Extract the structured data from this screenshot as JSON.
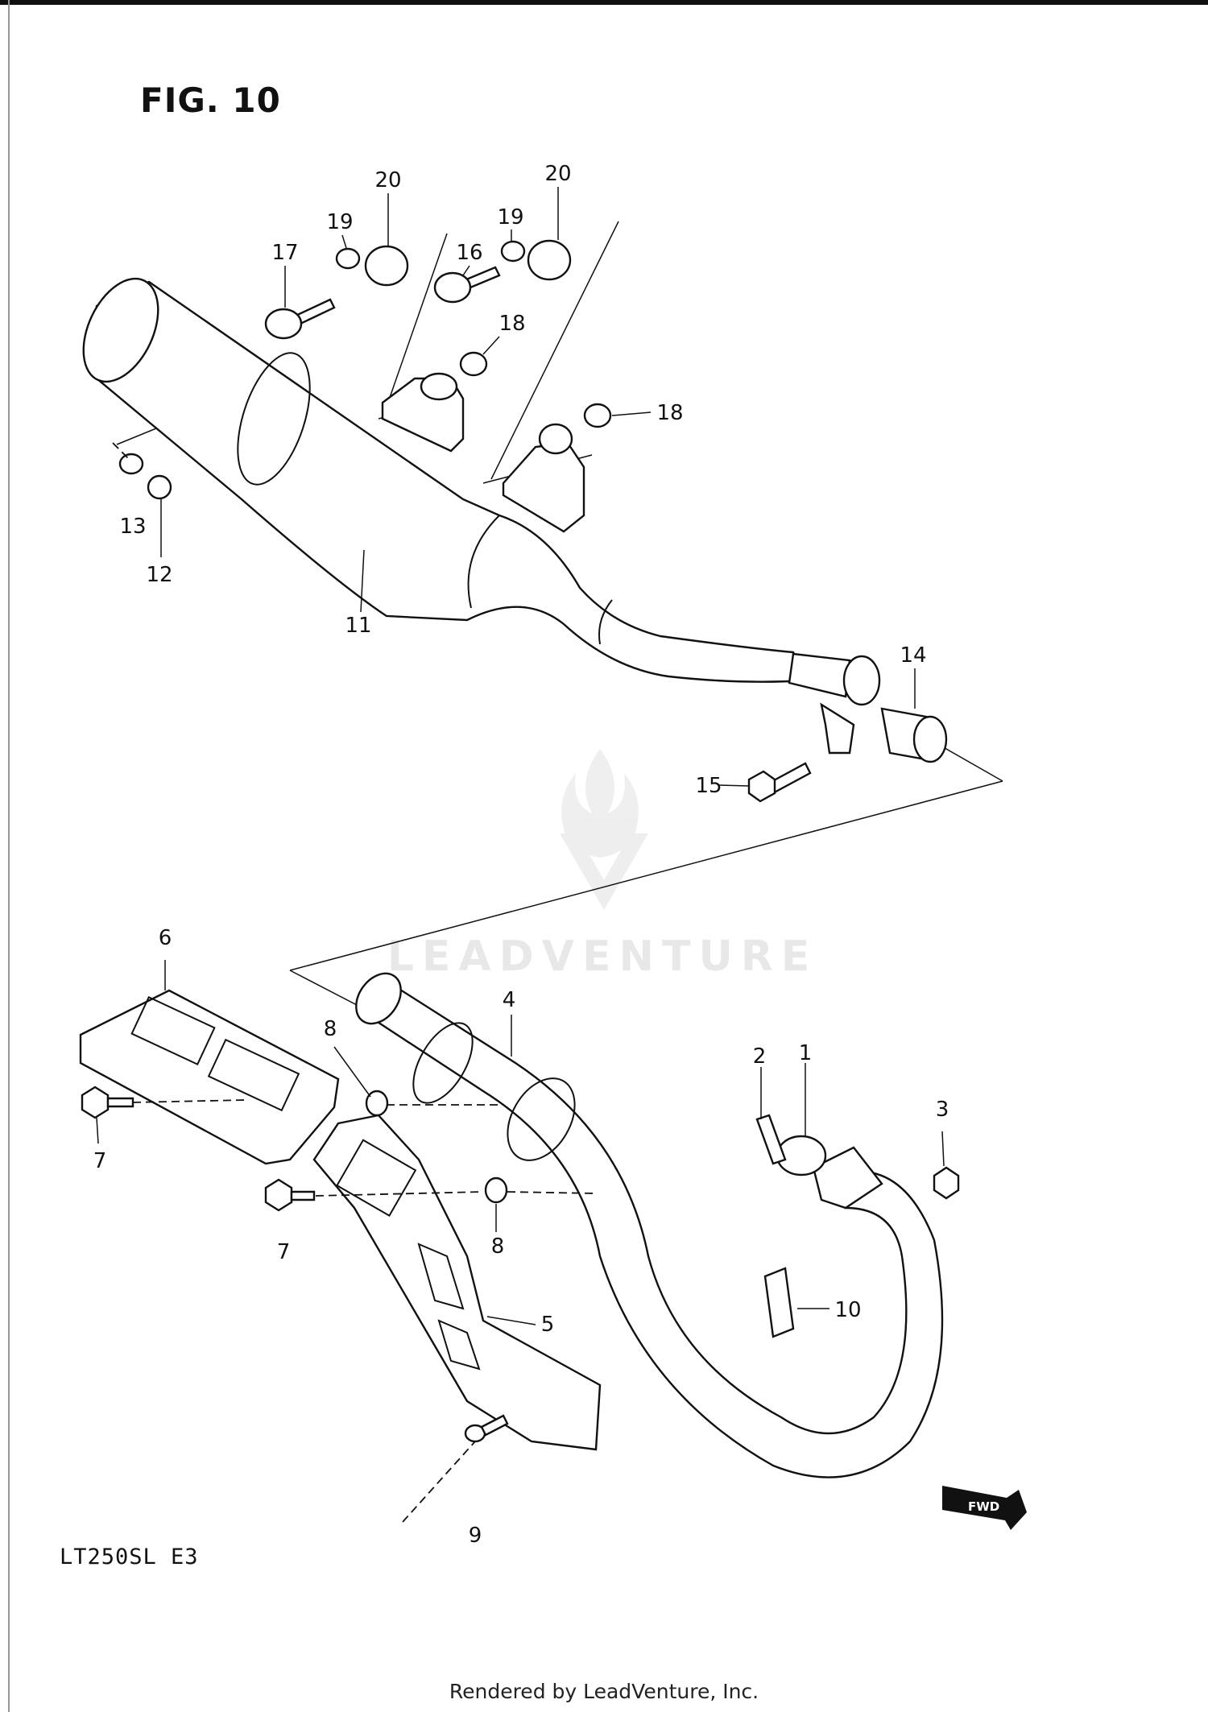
{
  "figure": {
    "title": "FIG. 10",
    "model_code": "LT250SL  E3",
    "footer": "Rendered by LeadVenture, Inc.",
    "watermark": "LEADVENTURE",
    "direction_badge": "FWD"
  },
  "callouts": [
    {
      "id": "c1",
      "label": "1"
    },
    {
      "id": "c2",
      "label": "2"
    },
    {
      "id": "c3",
      "label": "3"
    },
    {
      "id": "c4",
      "label": "4"
    },
    {
      "id": "c5",
      "label": "5"
    },
    {
      "id": "c6",
      "label": "6"
    },
    {
      "id": "c7a",
      "label": "7"
    },
    {
      "id": "c7b",
      "label": "7"
    },
    {
      "id": "c8a",
      "label": "8"
    },
    {
      "id": "c8b",
      "label": "8"
    },
    {
      "id": "c9",
      "label": "9"
    },
    {
      "id": "c10",
      "label": "10"
    },
    {
      "id": "c11",
      "label": "11"
    },
    {
      "id": "c12",
      "label": "12"
    },
    {
      "id": "c13",
      "label": "13"
    },
    {
      "id": "c14",
      "label": "14"
    },
    {
      "id": "c15",
      "label": "15"
    },
    {
      "id": "c16",
      "label": "16"
    },
    {
      "id": "c17",
      "label": "17"
    },
    {
      "id": "c18a",
      "label": "18"
    },
    {
      "id": "c18b",
      "label": "18"
    },
    {
      "id": "c19a",
      "label": "19"
    },
    {
      "id": "c19b",
      "label": "19"
    },
    {
      "id": "c20a",
      "label": "20"
    },
    {
      "id": "c20b",
      "label": "20"
    }
  ]
}
